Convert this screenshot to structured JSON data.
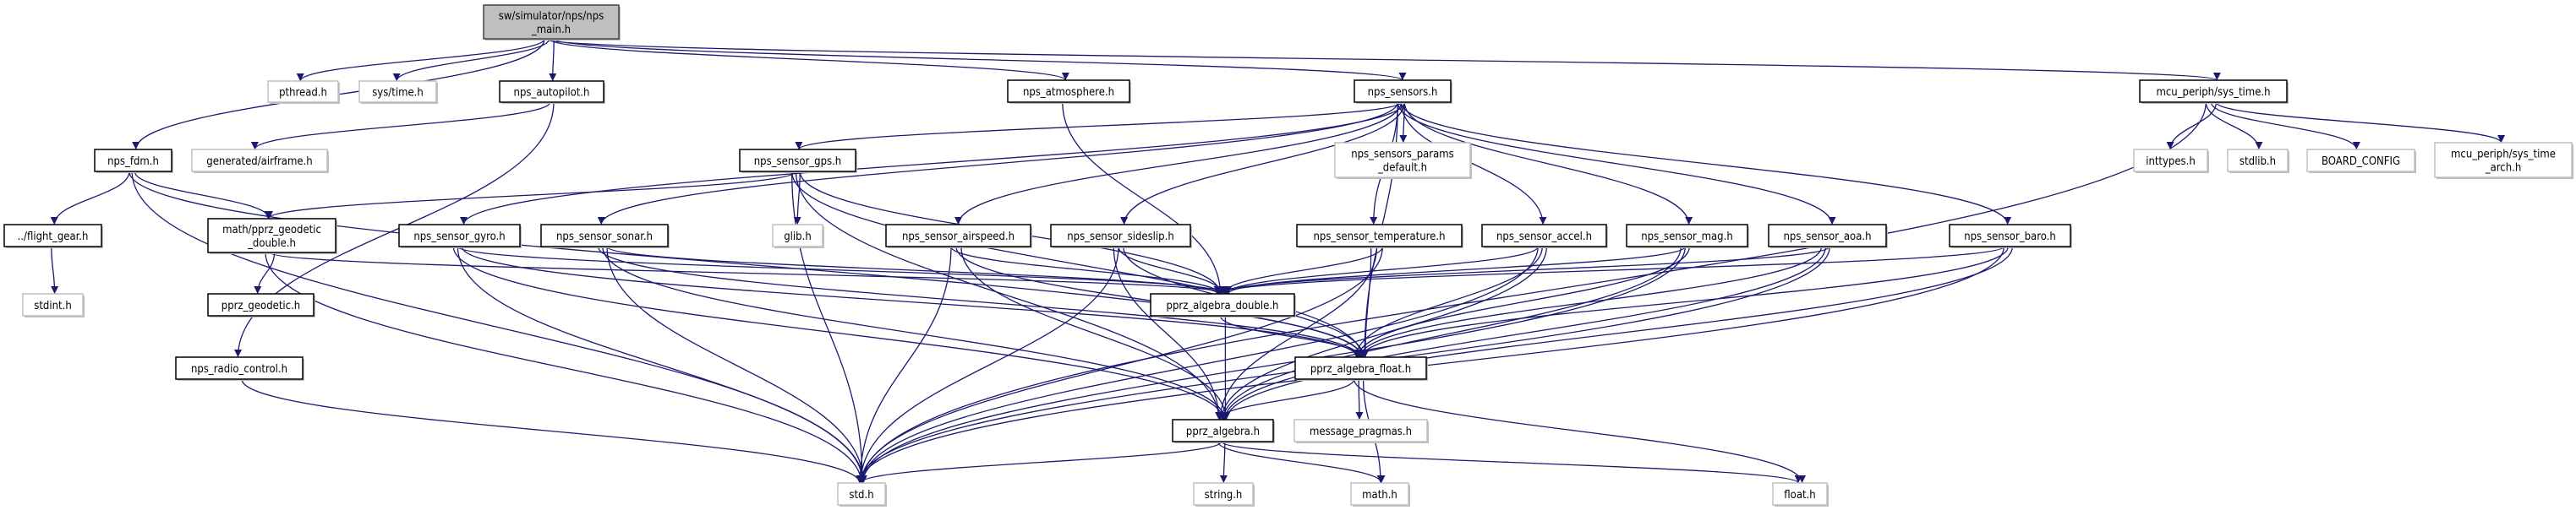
{
  "colors": {
    "edge": "#191970",
    "root_fill": "#bfbfbf",
    "external_border": "#bfbfbf",
    "node_border": "#000000"
  },
  "nodes": [
    {
      "id": "main",
      "label": [
        "sw/simulator/nps/nps",
        "_main.h"
      ],
      "kind": "root"
    },
    {
      "id": "pthread",
      "label": [
        "pthread.h"
      ],
      "kind": "external"
    },
    {
      "id": "systime",
      "label": [
        "sys/time.h"
      ],
      "kind": "external"
    },
    {
      "id": "autopilot",
      "label": [
        "nps_autopilot.h"
      ],
      "kind": "internal"
    },
    {
      "id": "atmosphere",
      "label": [
        "nps_atmosphere.h"
      ],
      "kind": "internal"
    },
    {
      "id": "sensors",
      "label": [
        "nps_sensors.h"
      ],
      "kind": "internal"
    },
    {
      "id": "mcu_systime",
      "label": [
        "mcu_periph/sys_time.h"
      ],
      "kind": "internal"
    },
    {
      "id": "fdm",
      "label": [
        "nps_fdm.h"
      ],
      "kind": "internal"
    },
    {
      "id": "airframe",
      "label": [
        "generated/airframe.h"
      ],
      "kind": "external"
    },
    {
      "id": "gps",
      "label": [
        "nps_sensor_gps.h"
      ],
      "kind": "internal"
    },
    {
      "id": "params",
      "label": [
        "nps_sensors_params",
        "_default.h"
      ],
      "kind": "external"
    },
    {
      "id": "inttypes",
      "label": [
        "inttypes.h"
      ],
      "kind": "external"
    },
    {
      "id": "stdlib",
      "label": [
        "stdlib.h"
      ],
      "kind": "external"
    },
    {
      "id": "board",
      "label": [
        "BOARD_CONFIG"
      ],
      "kind": "external"
    },
    {
      "id": "arch",
      "label": [
        "mcu_periph/sys_time",
        "_arch.h"
      ],
      "kind": "external"
    },
    {
      "id": "flightgear",
      "label": [
        "../flight_gear.h"
      ],
      "kind": "internal"
    },
    {
      "id": "geod_double",
      "label": [
        "math/pprz_geodetic",
        "_double.h"
      ],
      "kind": "internal"
    },
    {
      "id": "gyro",
      "label": [
        "nps_sensor_gyro.h"
      ],
      "kind": "internal"
    },
    {
      "id": "sonar",
      "label": [
        "nps_sensor_sonar.h"
      ],
      "kind": "internal"
    },
    {
      "id": "glib",
      "label": [
        "glib.h"
      ],
      "kind": "external"
    },
    {
      "id": "airspeed",
      "label": [
        "nps_sensor_airspeed.h"
      ],
      "kind": "internal"
    },
    {
      "id": "sideslip",
      "label": [
        "nps_sensor_sideslip.h"
      ],
      "kind": "internal"
    },
    {
      "id": "temperature",
      "label": [
        "nps_sensor_temperature.h"
      ],
      "kind": "internal"
    },
    {
      "id": "accel",
      "label": [
        "nps_sensor_accel.h"
      ],
      "kind": "internal"
    },
    {
      "id": "mag",
      "label": [
        "nps_sensor_mag.h"
      ],
      "kind": "internal"
    },
    {
      "id": "aoa",
      "label": [
        "nps_sensor_aoa.h"
      ],
      "kind": "internal"
    },
    {
      "id": "baro",
      "label": [
        "nps_sensor_baro.h"
      ],
      "kind": "internal"
    },
    {
      "id": "stdint",
      "label": [
        "stdint.h"
      ],
      "kind": "external"
    },
    {
      "id": "geodetic",
      "label": [
        "pprz_geodetic.h"
      ],
      "kind": "internal"
    },
    {
      "id": "alg_double",
      "label": [
        "pprz_algebra_double.h"
      ],
      "kind": "internal"
    },
    {
      "id": "radio",
      "label": [
        "nps_radio_control.h"
      ],
      "kind": "internal"
    },
    {
      "id": "alg_float",
      "label": [
        "pprz_algebra_float.h"
      ],
      "kind": "internal"
    },
    {
      "id": "alg",
      "label": [
        "pprz_algebra.h"
      ],
      "kind": "internal"
    },
    {
      "id": "pragmas",
      "label": [
        "message_pragmas.h"
      ],
      "kind": "external"
    },
    {
      "id": "std",
      "label": [
        "std.h"
      ],
      "kind": "external"
    },
    {
      "id": "string",
      "label": [
        "string.h"
      ],
      "kind": "external"
    },
    {
      "id": "math",
      "label": [
        "math.h"
      ],
      "kind": "external"
    },
    {
      "id": "float",
      "label": [
        "float.h"
      ],
      "kind": "external"
    }
  ],
  "edges": [
    [
      "main",
      "pthread"
    ],
    [
      "main",
      "systime"
    ],
    [
      "main",
      "autopilot"
    ],
    [
      "main",
      "fdm"
    ],
    [
      "main",
      "atmosphere"
    ],
    [
      "main",
      "sensors"
    ],
    [
      "main",
      "mcu_systime"
    ],
    [
      "autopilot",
      "airframe"
    ],
    [
      "autopilot",
      "radio"
    ],
    [
      "fdm",
      "flightgear"
    ],
    [
      "fdm",
      "std"
    ],
    [
      "fdm",
      "geod_double"
    ],
    [
      "fdm",
      "alg_float"
    ],
    [
      "flightgear",
      "stdint"
    ],
    [
      "geod_double",
      "geodetic"
    ],
    [
      "geod_double",
      "std"
    ],
    [
      "geod_double",
      "alg_double"
    ],
    [
      "radio",
      "std"
    ],
    [
      "atmosphere",
      "alg_double"
    ],
    [
      "sensors",
      "gps"
    ],
    [
      "sensors",
      "gyro"
    ],
    [
      "sensors",
      "sonar"
    ],
    [
      "sensors",
      "airspeed"
    ],
    [
      "sensors",
      "sideslip"
    ],
    [
      "sensors",
      "temperature"
    ],
    [
      "sensors",
      "accel"
    ],
    [
      "sensors",
      "mag"
    ],
    [
      "sensors",
      "aoa"
    ],
    [
      "sensors",
      "baro"
    ],
    [
      "sensors",
      "params"
    ],
    [
      "sensors",
      "alg_float"
    ],
    [
      "gps",
      "geod_double"
    ],
    [
      "gps",
      "glib"
    ],
    [
      "gps",
      "std"
    ],
    [
      "gps",
      "alg"
    ],
    [
      "gps",
      "alg_double"
    ],
    [
      "gps",
      "alg_float"
    ],
    [
      "gyro",
      "alg_double"
    ],
    [
      "gyro",
      "alg_float"
    ],
    [
      "gyro",
      "alg"
    ],
    [
      "gyro",
      "std"
    ],
    [
      "sonar",
      "alg_double"
    ],
    [
      "sonar",
      "alg_float"
    ],
    [
      "sonar",
      "alg"
    ],
    [
      "sonar",
      "std"
    ],
    [
      "airspeed",
      "alg_double"
    ],
    [
      "airspeed",
      "alg_float"
    ],
    [
      "airspeed",
      "alg"
    ],
    [
      "airspeed",
      "std"
    ],
    [
      "sideslip",
      "alg_double"
    ],
    [
      "sideslip",
      "alg_float"
    ],
    [
      "sideslip",
      "alg"
    ],
    [
      "sideslip",
      "std"
    ],
    [
      "temperature",
      "alg_double"
    ],
    [
      "temperature",
      "alg_float"
    ],
    [
      "temperature",
      "alg"
    ],
    [
      "temperature",
      "std"
    ],
    [
      "accel",
      "alg_double"
    ],
    [
      "accel",
      "alg_float"
    ],
    [
      "accel",
      "alg"
    ],
    [
      "accel",
      "std"
    ],
    [
      "mag",
      "alg_double"
    ],
    [
      "mag",
      "alg_float"
    ],
    [
      "mag",
      "alg"
    ],
    [
      "mag",
      "std"
    ],
    [
      "aoa",
      "alg_double"
    ],
    [
      "aoa",
      "alg_float"
    ],
    [
      "aoa",
      "alg"
    ],
    [
      "aoa",
      "std"
    ],
    [
      "baro",
      "alg_double"
    ],
    [
      "baro",
      "alg_float"
    ],
    [
      "baro",
      "alg"
    ],
    [
      "baro",
      "std"
    ],
    [
      "alg_double",
      "alg_float"
    ],
    [
      "alg_double",
      "alg"
    ],
    [
      "alg_float",
      "alg"
    ],
    [
      "alg_float",
      "pragmas"
    ],
    [
      "alg_float",
      "math"
    ],
    [
      "alg_float",
      "float"
    ],
    [
      "alg",
      "std"
    ],
    [
      "alg",
      "string"
    ],
    [
      "alg",
      "math"
    ],
    [
      "alg",
      "float"
    ],
    [
      "mcu_systime",
      "inttypes"
    ],
    [
      "mcu_systime",
      "stdlib"
    ],
    [
      "mcu_systime",
      "board"
    ],
    [
      "mcu_systime",
      "arch"
    ],
    [
      "mcu_systime",
      "std"
    ]
  ]
}
